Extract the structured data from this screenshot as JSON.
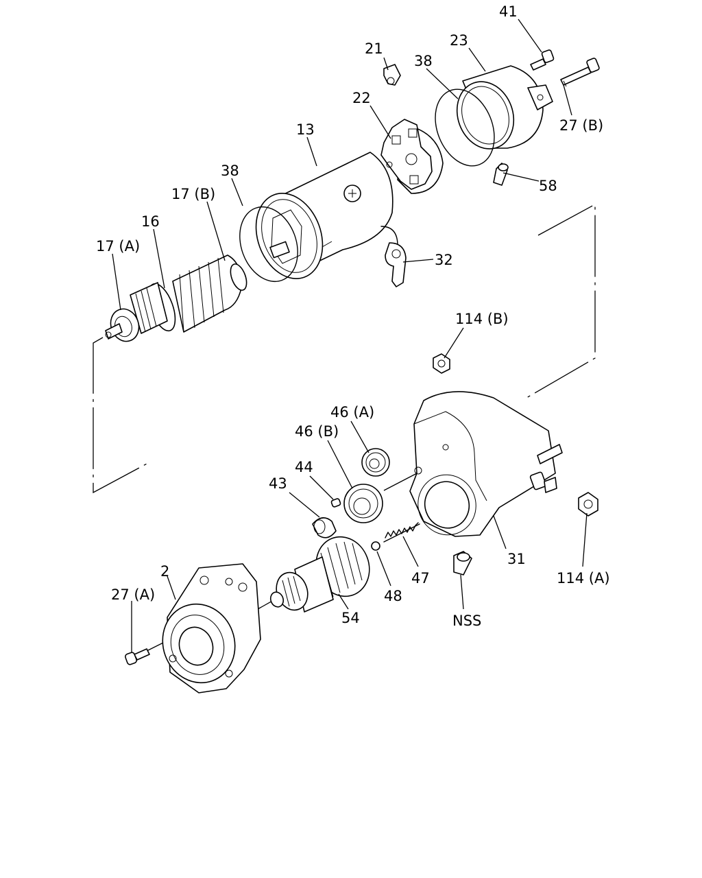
{
  "colors": {
    "line": "#000000",
    "background": "#ffffff"
  },
  "callouts": [
    {
      "id": "41",
      "text": "41"
    },
    {
      "id": "23",
      "text": "23"
    },
    {
      "id": "21",
      "text": "21"
    },
    {
      "id": "38-top",
      "text": "38"
    },
    {
      "id": "22",
      "text": "22"
    },
    {
      "id": "27b",
      "text": "27 (B)"
    },
    {
      "id": "13",
      "text": "13"
    },
    {
      "id": "58",
      "text": "58"
    },
    {
      "id": "38-mid",
      "text": "38"
    },
    {
      "id": "17b",
      "text": "17 (B)"
    },
    {
      "id": "16",
      "text": "16"
    },
    {
      "id": "17a",
      "text": "17 (A)"
    },
    {
      "id": "32",
      "text": "32"
    },
    {
      "id": "114b",
      "text": "114 (B)"
    },
    {
      "id": "46a",
      "text": "46 (A)"
    },
    {
      "id": "46b",
      "text": "46 (B)"
    },
    {
      "id": "44",
      "text": "44"
    },
    {
      "id": "43",
      "text": "43"
    },
    {
      "id": "31",
      "text": "31"
    },
    {
      "id": "114a",
      "text": "114 (A)"
    },
    {
      "id": "47",
      "text": "47"
    },
    {
      "id": "2",
      "text": "2"
    },
    {
      "id": "27a",
      "text": "27 (A)"
    },
    {
      "id": "48",
      "text": "48"
    },
    {
      "id": "54",
      "text": "54"
    },
    {
      "id": "nss",
      "text": "NSS"
    }
  ]
}
